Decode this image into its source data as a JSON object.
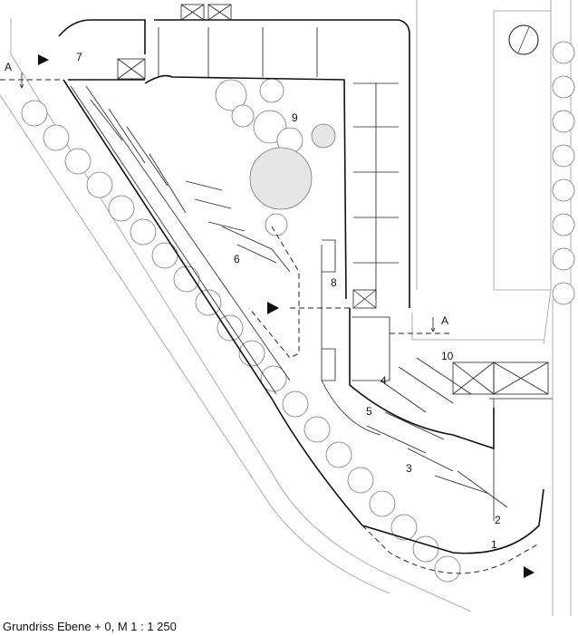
{
  "caption": "Grundriss Ebene + 0, M 1 : 1 250",
  "section_marks": [
    "A",
    "A"
  ],
  "zones": [
    "1",
    "2",
    "3",
    "4",
    "5",
    "6",
    "7",
    "8",
    "9",
    "10"
  ],
  "icons": {
    "north_arrow": "north-arrow-icon",
    "entrance": "entrance-arrow-icon"
  }
}
